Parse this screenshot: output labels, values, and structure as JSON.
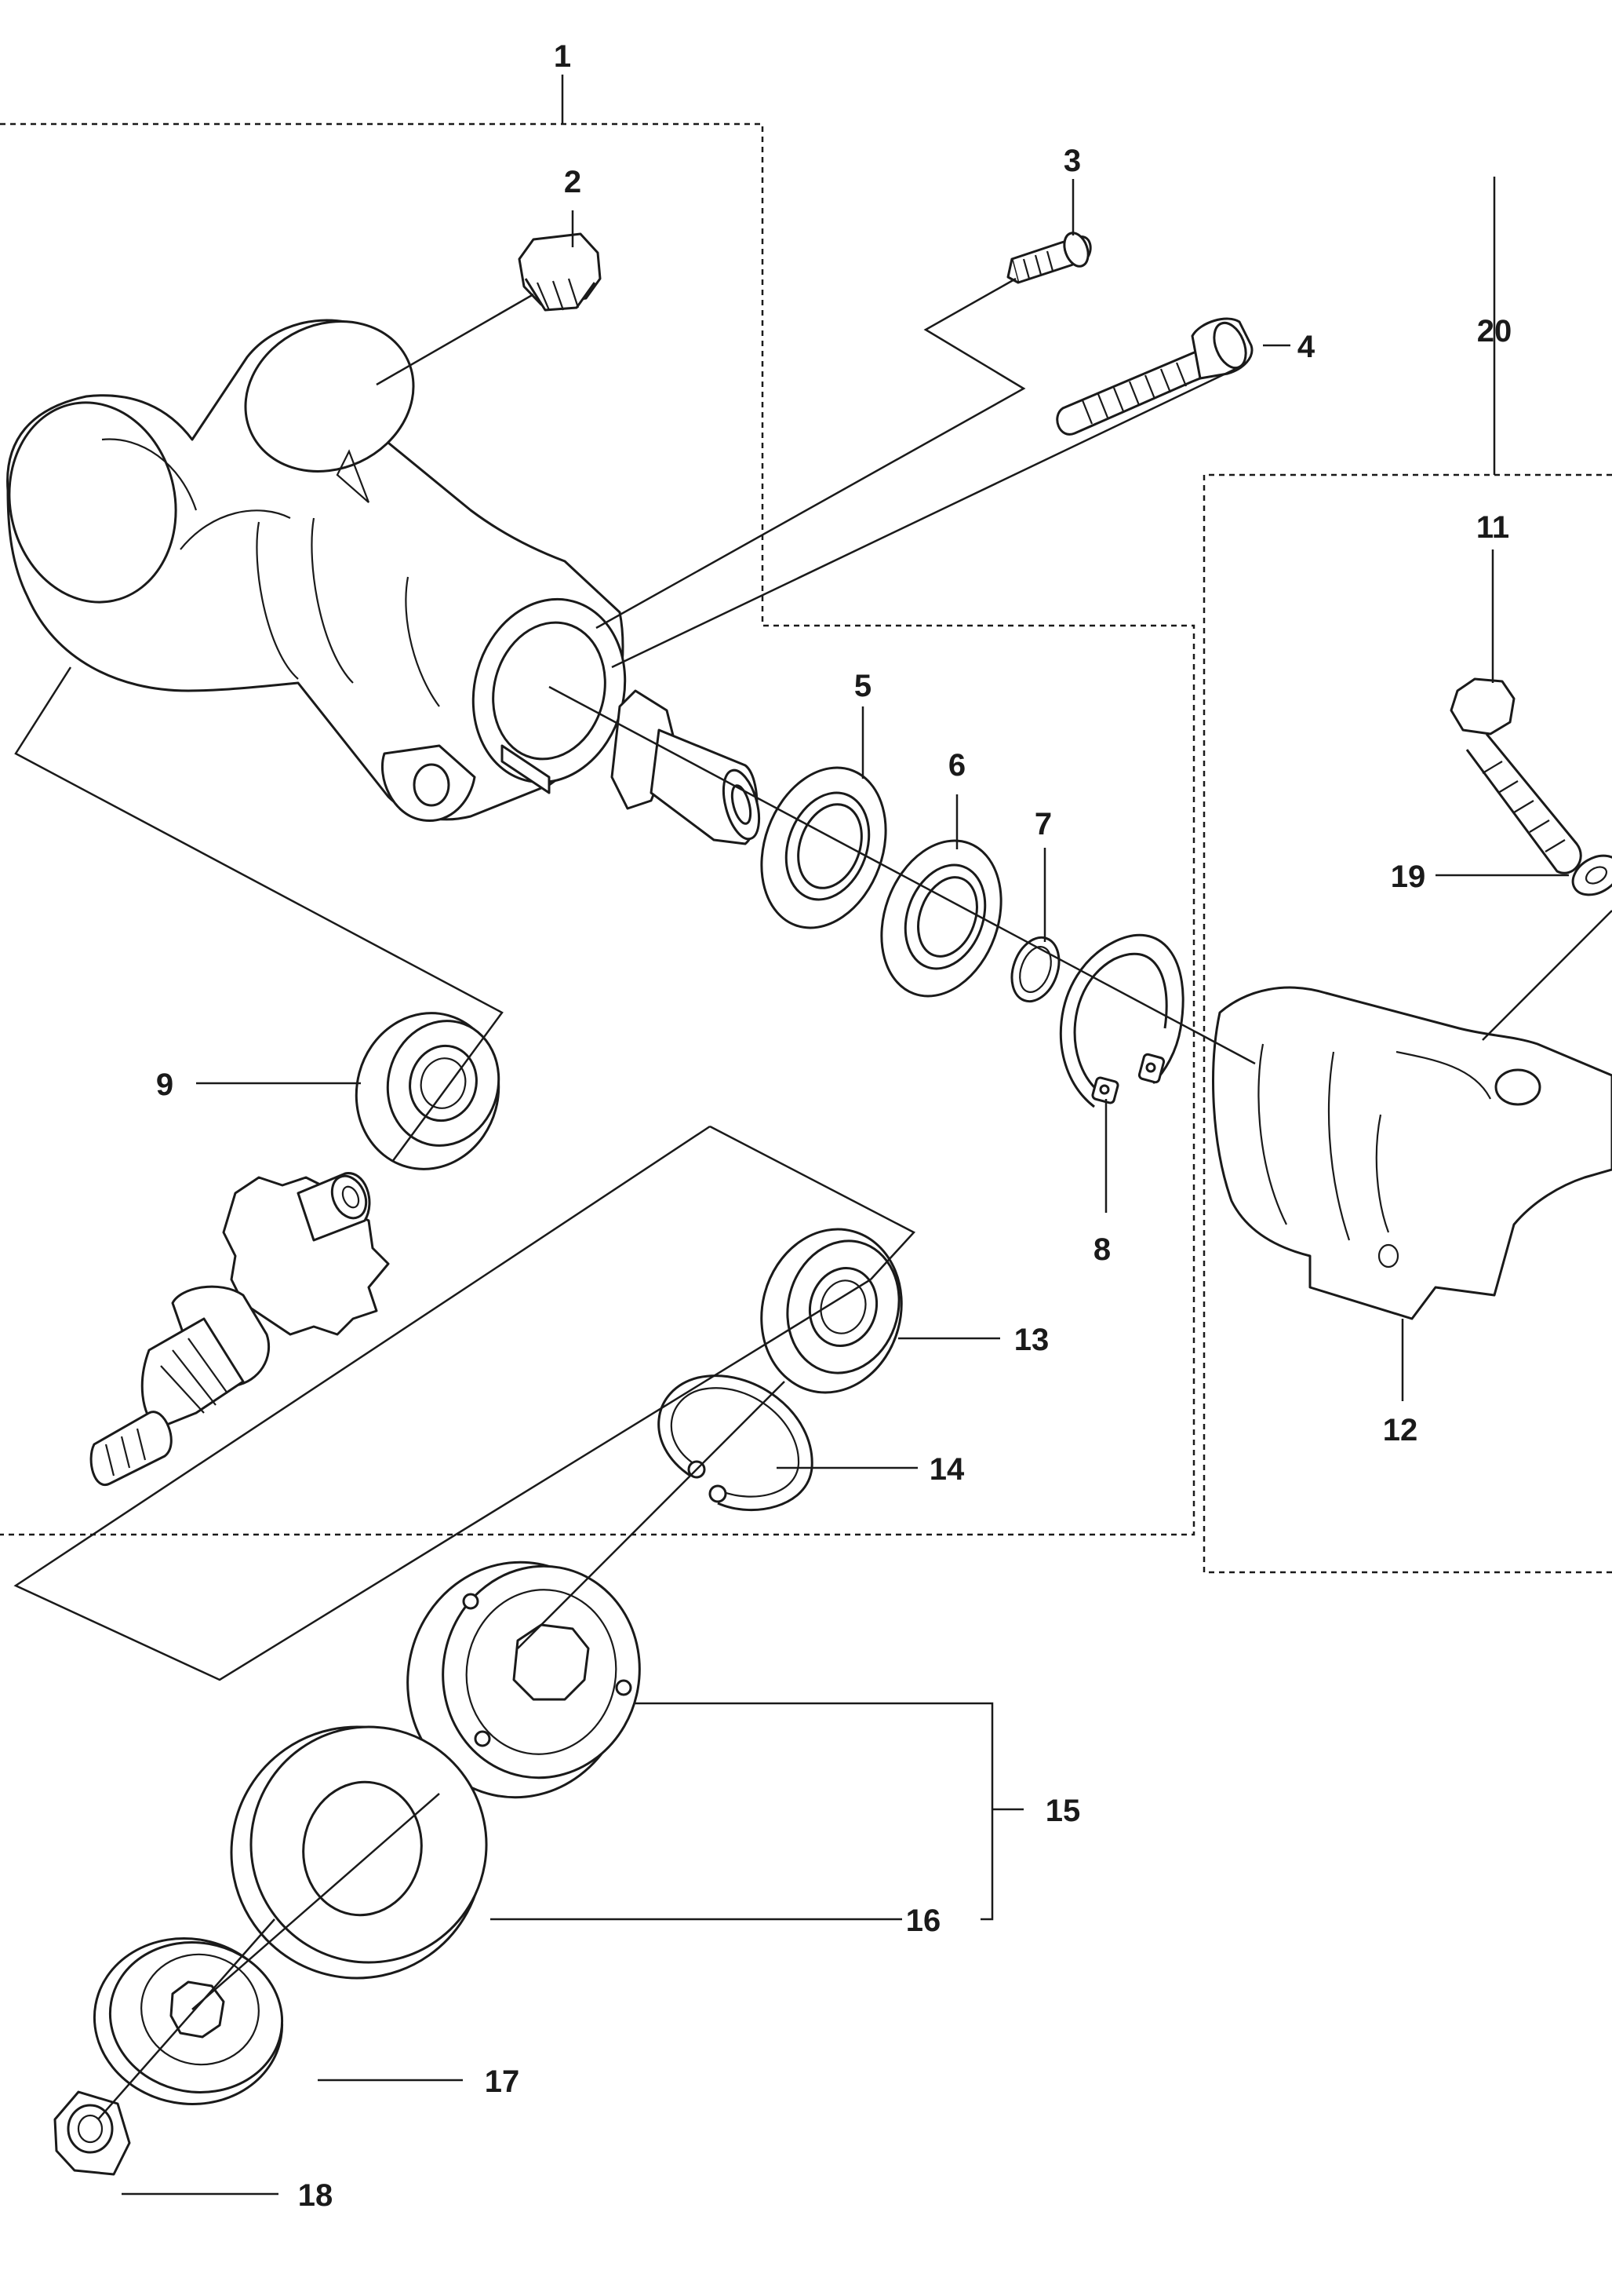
{
  "diagram": {
    "type": "exploded-parts-diagram",
    "callouts": [
      {
        "id": "1",
        "label": "1"
      },
      {
        "id": "2",
        "label": "2"
      },
      {
        "id": "3",
        "label": "3"
      },
      {
        "id": "4",
        "label": "4"
      },
      {
        "id": "5",
        "label": "5"
      },
      {
        "id": "6",
        "label": "6"
      },
      {
        "id": "7",
        "label": "7"
      },
      {
        "id": "8",
        "label": "8"
      },
      {
        "id": "9",
        "label": "9"
      },
      {
        "id": "11",
        "label": "11"
      },
      {
        "id": "12",
        "label": "12"
      },
      {
        "id": "13",
        "label": "13"
      },
      {
        "id": "14",
        "label": "14"
      },
      {
        "id": "15",
        "label": "15"
      },
      {
        "id": "16",
        "label": "16"
      },
      {
        "id": "17",
        "label": "17"
      },
      {
        "id": "18",
        "label": "18"
      },
      {
        "id": "19",
        "label": "19"
      },
      {
        "id": "20",
        "label": "20"
      }
    ],
    "parts": [
      {
        "callout": "1",
        "icon": "gear-housing-assembly-icon"
      },
      {
        "callout": "2",
        "icon": "plug-screw-icon"
      },
      {
        "callout": "3",
        "icon": "screw-icon"
      },
      {
        "callout": "4",
        "icon": "long-screw-icon"
      },
      {
        "callout": "5",
        "icon": "ball-bearing-icon"
      },
      {
        "callout": "6",
        "icon": "ball-bearing-icon"
      },
      {
        "callout": "7",
        "icon": "retaining-ring-icon"
      },
      {
        "callout": "8",
        "icon": "circlip-icon"
      },
      {
        "callout": "9",
        "icon": "ball-bearing-icon"
      },
      {
        "callout": "11",
        "icon": "hex-bolt-icon"
      },
      {
        "callout": "12",
        "icon": "blade-guard-icon"
      },
      {
        "callout": "13",
        "icon": "ball-bearing-icon"
      },
      {
        "callout": "14",
        "icon": "circlip-icon"
      },
      {
        "callout": "15",
        "icon": "bracket-group-icon"
      },
      {
        "callout": "16",
        "icon": "support-flange-icon"
      },
      {
        "callout": "17",
        "icon": "washer-icon"
      },
      {
        "callout": "18",
        "icon": "nut-icon"
      },
      {
        "callout": "19",
        "icon": "lock-washer-icon"
      },
      {
        "callout": "20",
        "icon": "guard-kit-icon"
      }
    ]
  }
}
